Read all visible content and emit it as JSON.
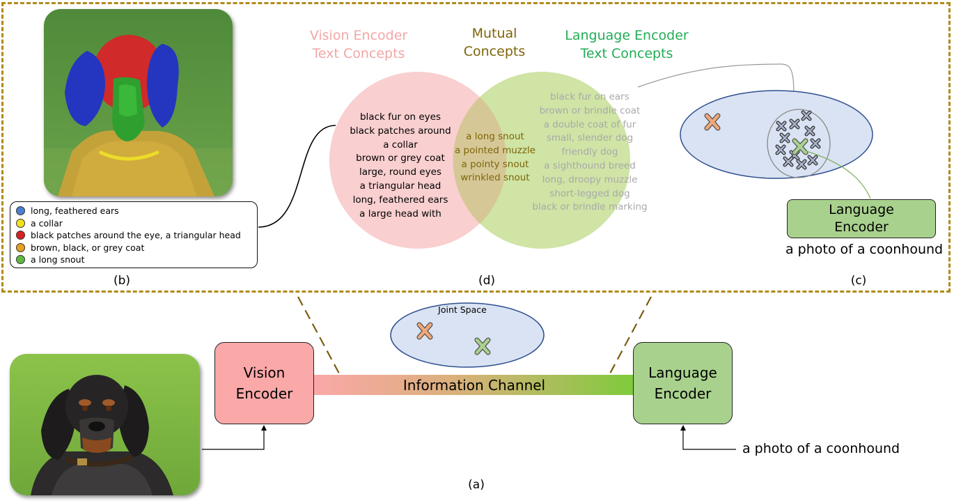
{
  "panel_b": {
    "legend": [
      {
        "label": "long, feathered ears",
        "color": "#4a7fd0"
      },
      {
        "label": "a collar",
        "color": "#f0e020"
      },
      {
        "label": "black patches around the eye, a triangular head",
        "color": "#d92020"
      },
      {
        "label": "brown, black, or grey coat",
        "color": "#e6a020"
      },
      {
        "label": "a long snout",
        "color": "#60b840"
      }
    ],
    "caption": "(b)"
  },
  "venn": {
    "vision_title_line1": "Vision Encoder",
    "vision_title_line2": "Text Concepts",
    "mutual_title_line1": "Mutual",
    "mutual_title_line2": "Concepts",
    "language_title_line1": "Language Encoder",
    "language_title_line2": "Text Concepts",
    "vision_items": [
      "black fur on eyes",
      "black patches around",
      "a collar",
      "brown or grey coat",
      "large, round eyes",
      "a triangular head",
      "long, feathered ears",
      "a large head with"
    ],
    "mutual_items": [
      "a long snout",
      "a pointed muzzle",
      "a pointy snout",
      "wrinkled snout"
    ],
    "language_items": [
      "black fur on ears",
      "brown or brindle coat",
      "a double coat of fur",
      "small, slender dog",
      "friendly dog",
      "a sighthound breed",
      "long, droopy muzzle",
      "short-legged dog",
      "black or brindle marking"
    ],
    "caption": "(d)",
    "colors": {
      "vision": "#f9cfd0",
      "language": "#cfe4a5",
      "mutual": "#d6c896",
      "vision_title": "#f2a6a6",
      "mutual_title": "#7d6408",
      "language_title": "#22ad56",
      "mutual_text": "#7d6408",
      "language_text": "#a9a9a9"
    }
  },
  "panel_c": {
    "encoder_line1": "Language",
    "encoder_line2": "Encoder",
    "prompt": "a photo of a coonhound",
    "caption": "(c)"
  },
  "panel_a": {
    "joint_space_label": "Joint Space",
    "vision_encoder_line1": "Vision",
    "vision_encoder_line2": "Encoder",
    "channel_label": "Information Channel",
    "language_encoder_line1": "Language",
    "language_encoder_line2": "Encoder",
    "prompt": "a photo of a coonhound",
    "caption": "(a)",
    "colors": {
      "vision_box": "#fba8a8",
      "language_box": "#a9d18e",
      "joint_space": "#dae3f3",
      "channel_start": "#fba8a8",
      "channel_end": "#7ecb3c"
    }
  }
}
